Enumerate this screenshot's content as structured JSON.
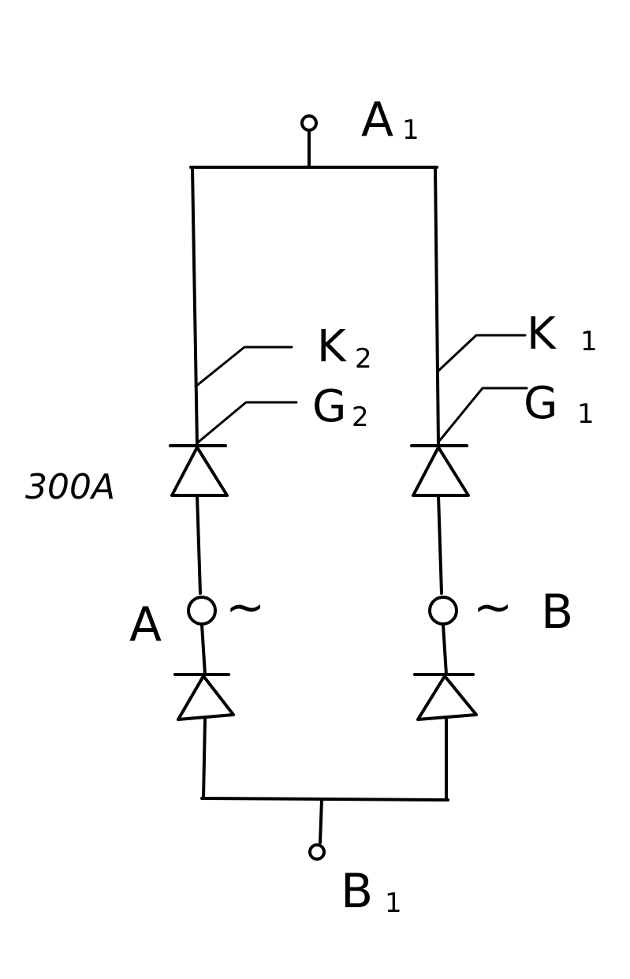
{
  "labels": {
    "top_terminal": {
      "main": "A",
      "sub": "1"
    },
    "bottom_terminal": {
      "main": "B",
      "sub": "1"
    },
    "k2": {
      "main": "K",
      "sub": "2"
    },
    "g2": {
      "main": "G",
      "sub": "2"
    },
    "k1": {
      "main": "K",
      "sub": "1"
    },
    "g1": {
      "main": "G",
      "sub": "1"
    },
    "rating": "300A",
    "ac_left": "A",
    "ac_right": "B",
    "tilde": "~"
  }
}
